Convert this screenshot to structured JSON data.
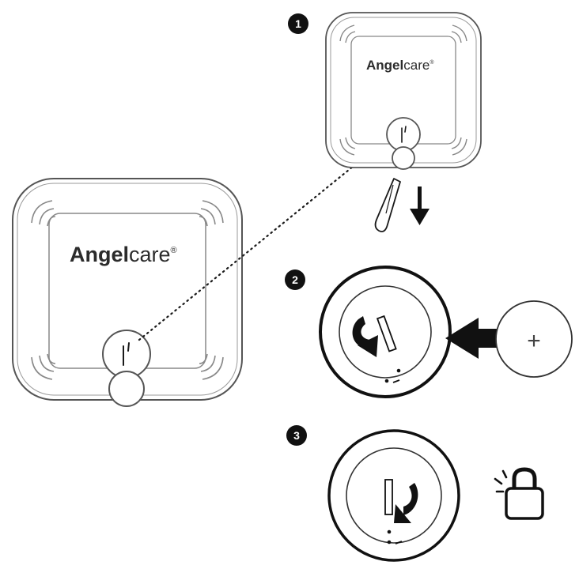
{
  "brand": {
    "name_bold": "Angel",
    "name_light": "care",
    "mark": "®"
  },
  "steps": [
    {
      "number": "1"
    },
    {
      "number": "2"
    },
    {
      "number": "3"
    }
  ],
  "battery": {
    "polarity_symbol": "+"
  },
  "icons": {
    "down_arrow": "arrow-down-icon",
    "insert_arrow": "arrow-left-icon",
    "rotate_open": "rotate-counterclockwise-icon",
    "rotate_close": "rotate-clockwise-icon",
    "lock": "lock-icon"
  },
  "colors": {
    "ink": "#1a1a1a",
    "panel_stroke": "#555555",
    "background": "#ffffff"
  }
}
